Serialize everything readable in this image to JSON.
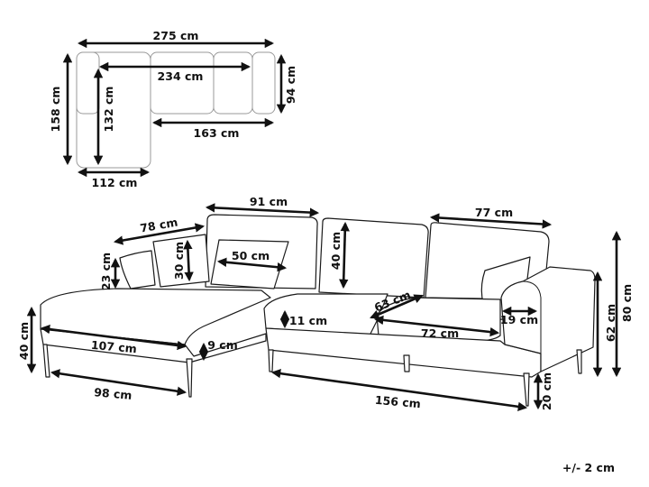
{
  "colors": {
    "line": "#1a1a1a",
    "plan_line": "#9a9a9a",
    "dimension": "#111111",
    "background": "#ffffff"
  },
  "top_view": {
    "total_width": "275 cm",
    "inner_width": "234 cm",
    "total_depth": "158 cm",
    "chaise_inner_length": "132 cm",
    "main_depth": "94 cm",
    "main_section_width": "163 cm",
    "chaise_width": "112 cm"
  },
  "front_view": {
    "back_cushion_width": "91 cm",
    "chaise_back_width": "78 cm",
    "right_back_cushion_width": "77 cm",
    "armrest_height": "23 cm",
    "pillow_height": "30 cm",
    "pillow_width": "50 cm",
    "back_cushion_height": "40 cm",
    "seat_depth": "63 cm",
    "seat_cushion_thickness": "11 cm",
    "seat_cushion_width": "72 cm",
    "arm_width": "19 cm",
    "seat_height": "40 cm",
    "chaise_length": "107 cm",
    "frame_height": "9 cm",
    "chaise_leg_span": "98 cm",
    "main_leg_span": "156 cm",
    "leg_height": "20 cm",
    "arm_height": "62 cm",
    "total_height": "80 cm"
  },
  "tolerance": "+/- 2 cm"
}
